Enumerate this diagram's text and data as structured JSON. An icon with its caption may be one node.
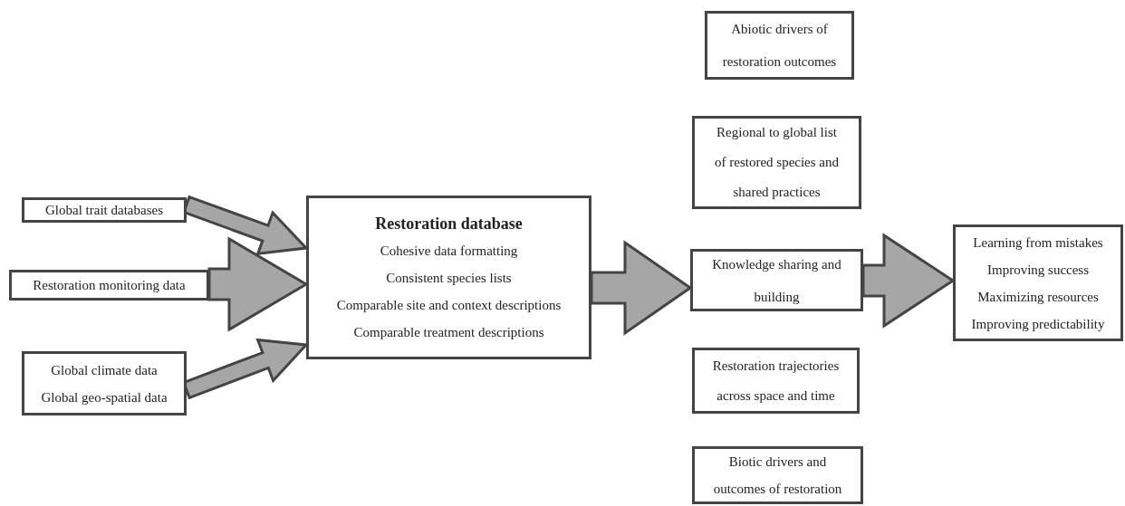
{
  "diagram": {
    "nodes": [
      {
        "text": [
          "Global trait databases"
        ]
      },
      {
        "text": [
          "Restoration monitoring data"
        ]
      },
      {
        "text": [
          "Global climate data",
          "Global geo-spatial data"
        ]
      },
      {
        "text": [
          "Restoration database",
          "Cohesive data formatting",
          "Consistent species lists",
          "Comparable site and context descriptions",
          "Comparable treatment descriptions"
        ]
      },
      {
        "text": [
          "Abiotic drivers of restoration outcomes"
        ]
      },
      {
        "text": [
          "Regional to global list of restored species and shared practices"
        ]
      },
      {
        "text": [
          "Knowledge sharing and building"
        ]
      },
      {
        "text": [
          "Restoration trajectories across space and time"
        ]
      },
      {
        "text": [
          "Biotic drivers and outcomes of restoration"
        ]
      },
      {
        "text": [
          "Learning from mistakes",
          "Improving success",
          "Maximizing resources",
          "Improving predictability"
        ]
      }
    ],
    "edges": [
      {
        "from": 0,
        "to": 3,
        "arrow": "to"
      },
      {
        "from": 1,
        "to": 3,
        "arrow": "to"
      },
      {
        "from": 2,
        "to": 3,
        "arrow": "to"
      },
      {
        "from": 3,
        "to": 6,
        "arrow": "to"
      },
      {
        "from": 6,
        "to": 9,
        "arrow": "to"
      }
    ]
  }
}
